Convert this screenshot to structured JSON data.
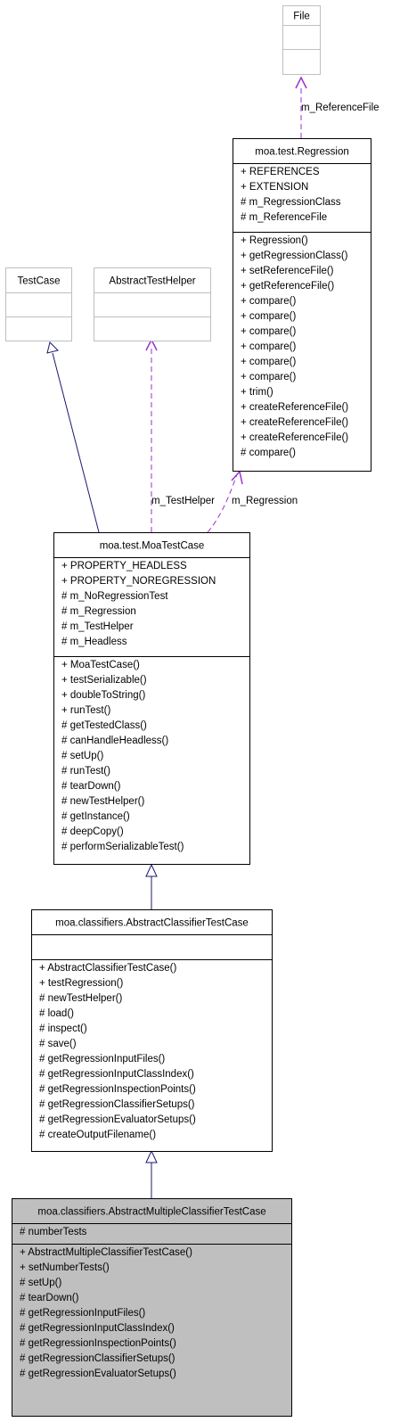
{
  "classes": {
    "file": {
      "name": "File",
      "attributes": [],
      "operations": []
    },
    "regression": {
      "name": "moa.test.Regression",
      "attributes": [
        "+ REFERENCES",
        "+ EXTENSION",
        "# m_RegressionClass",
        "# m_ReferenceFile"
      ],
      "operations": [
        "+ Regression()",
        "+ getRegressionClass()",
        "+ setReferenceFile()",
        "+ getReferenceFile()",
        "+ compare()",
        "+ compare()",
        "+ compare()",
        "+ compare()",
        "+ compare()",
        "+ compare()",
        "+ trim()",
        "+ createReferenceFile()",
        "+ createReferenceFile()",
        "+ createReferenceFile()",
        "# compare()"
      ]
    },
    "testcase": {
      "name": "TestCase",
      "attributes": [],
      "operations": []
    },
    "abstract_test_helper": {
      "name": "AbstractTestHelper",
      "attributes": [],
      "operations": []
    },
    "moa_test_case": {
      "name": "moa.test.MoaTestCase",
      "attributes": [
        "+ PROPERTY_HEADLESS",
        "+ PROPERTY_NOREGRESSION",
        "# m_NoRegressionTest",
        "# m_Regression",
        "# m_TestHelper",
        "# m_Headless"
      ],
      "operations": [
        "+ MoaTestCase()",
        "+ testSerializable()",
        "+ doubleToString()",
        "+ runTest()",
        "# getTestedClass()",
        "# canHandleHeadless()",
        "# setUp()",
        "# runTest()",
        "# tearDown()",
        "# newTestHelper()",
        "# getInstance()",
        "# deepCopy()",
        "# performSerializableTest()"
      ]
    },
    "abstract_classifier_test_case": {
      "name": "moa.classifiers.AbstractClassifierTestCase",
      "attributes": [],
      "operations": [
        "+ AbstractClassifierTestCase()",
        "+ testRegression()",
        "# newTestHelper()",
        "# load()",
        "# inspect()",
        "# save()",
        "# getRegressionInputFiles()",
        "# getRegressionInputClassIndex()",
        "# getRegressionInspectionPoints()",
        "# getRegressionClassifierSetups()",
        "# getRegressionEvaluatorSetups()",
        "# createOutputFilename()"
      ]
    },
    "abstract_multiple_classifier_test_case": {
      "name": "moa.classifiers.AbstractMultipleClassifierTestCase",
      "attributes": [
        "# numberTests"
      ],
      "operations": [
        "+ AbstractMultipleClassifierTestCase()",
        "+ setNumberTests()",
        "# setUp()",
        "# tearDown()",
        "# getRegressionInputFiles()",
        "# getRegressionInputClassIndex()",
        "# getRegressionInspectionPoints()",
        "# getRegressionClassifierSetups()",
        "# getRegressionEvaluatorSetups()"
      ]
    }
  },
  "relations": {
    "m_reference_file": "m_ReferenceFile",
    "m_test_helper": "m_TestHelper",
    "m_regression": "m_Regression"
  },
  "colors": {
    "generalization": "#191970",
    "association": "#9a32cd",
    "focus_fill": "#bfbfbf",
    "external_border": "#bfbfbf",
    "border": "#000000"
  }
}
